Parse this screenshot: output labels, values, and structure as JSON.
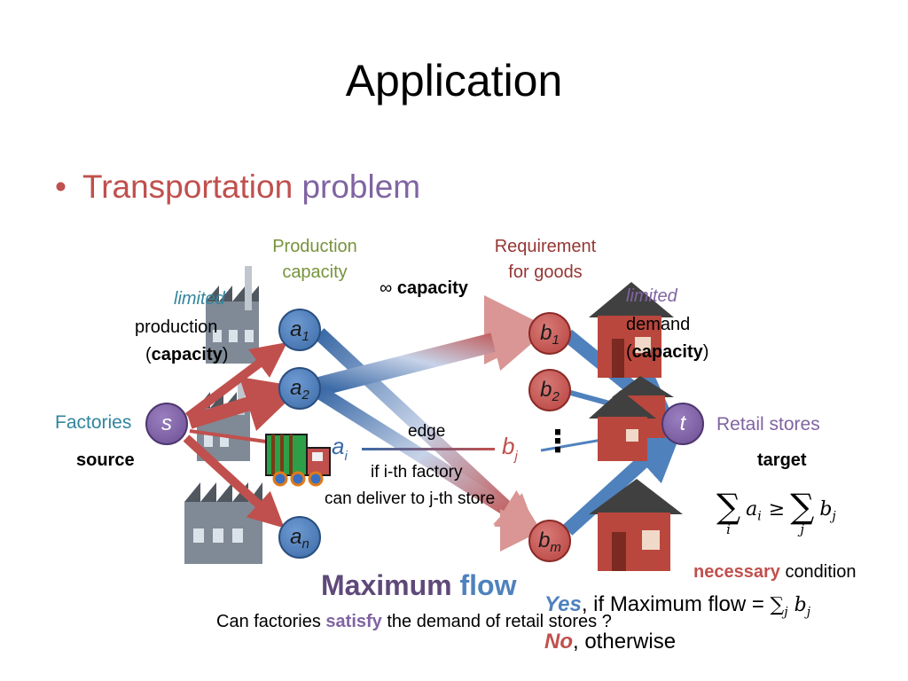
{
  "slide": {
    "title": "Application",
    "bullet_part1": "Transportation",
    "bullet_part2": "problem"
  },
  "labels": {
    "production_capacity_l1": "Production",
    "production_capacity_l2": "capacity",
    "requirement_l1": "Requirement",
    "requirement_l2": "for goods",
    "infinity_symbol": "∞",
    "infinity_capacity": "capacity",
    "limited_left": "limited",
    "production": "production",
    "capacity_left": "capacity",
    "limited_right": "limited",
    "demand": "demand",
    "capacity_right": "capacity",
    "factories": "Factories",
    "source": "source",
    "retail_stores": "Retail stores",
    "target": "target",
    "edge_word": "edge",
    "if_text": "if i-th factory",
    "can_deliver": "can deliver to j-th store",
    "dots": "⋮"
  },
  "nodes": {
    "s": "s",
    "t": "t",
    "a": "a",
    "b": "b",
    "a1_sub": "1",
    "a2_sub": "2",
    "an_sub": "n",
    "b1_sub": "1",
    "b2_sub": "2",
    "bm_sub": "m",
    "ai": "a",
    "ai_sub": "i",
    "bj": "b",
    "bj_sub": "j"
  },
  "formula": {
    "sum_i": "∑",
    "sum_j": "∑",
    "idx_i": "i",
    "idx_j": "j",
    "ai": "a",
    "ai_sub": "i",
    "geq": "≥",
    "bj": "b",
    "bj_sub": "j",
    "necessary": "necessary",
    "condition": "condition"
  },
  "bottom": {
    "maximum": "Maximum",
    "flow": "flow",
    "question_part1": "Can factories",
    "satisfy": "satisfy",
    "question_part2": "the demand of retail stores ?",
    "yes": "Yes",
    "yes_rest": ", if Maximum flow =",
    "yes_formula": "∑",
    "yes_idx": "j",
    "yes_b": "b",
    "yes_b_sub": "j",
    "no": "No",
    "no_rest": ", otherwise"
  },
  "colors": {
    "red": "#c0504d",
    "purple": "#8064a2",
    "blue": "#4f81bd",
    "green": "#77933c",
    "teal": "#31859c"
  }
}
